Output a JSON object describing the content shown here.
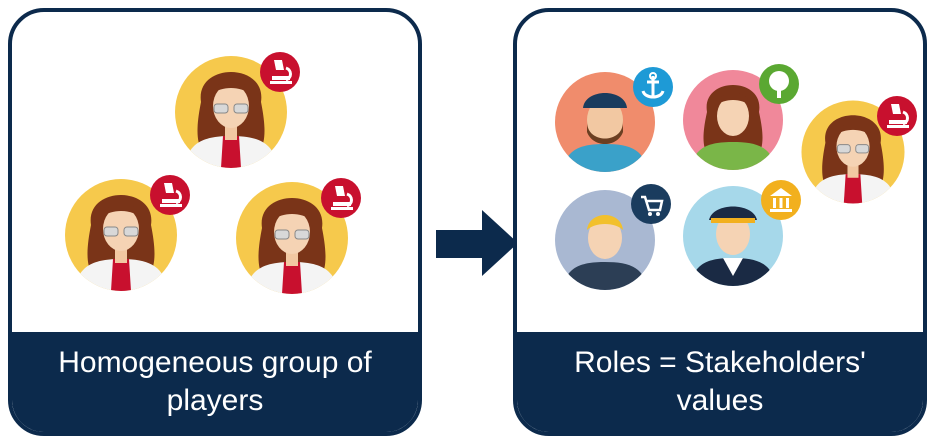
{
  "panels": [
    {
      "caption": "Homogeneous group of players",
      "figures": [
        {
          "role": "scientist",
          "badge": "microscope-icon",
          "badge_color": "#c8102e"
        },
        {
          "role": "scientist",
          "badge": "microscope-icon",
          "badge_color": "#c8102e"
        },
        {
          "role": "scientist",
          "badge": "microscope-icon",
          "badge_color": "#c8102e"
        }
      ]
    },
    {
      "caption": "Roles = Stakeholders' values",
      "figures": [
        {
          "role": "sailor",
          "badge": "anchor-icon",
          "badge_color": "#1e9ad6"
        },
        {
          "role": "environmentalist",
          "badge": "tree-icon",
          "badge_color": "#5aa832"
        },
        {
          "role": "scientist",
          "badge": "microscope-icon",
          "badge_color": "#c8102e"
        },
        {
          "role": "consumer",
          "badge": "shopping-cart-icon",
          "badge_color": "#1a3c5e"
        },
        {
          "role": "captain",
          "badge": "bank-icon",
          "badge_color": "#f2b01e"
        }
      ]
    }
  ],
  "colors": {
    "navy": "#0c2a4c",
    "scientist_bg": "#f6c94c"
  }
}
